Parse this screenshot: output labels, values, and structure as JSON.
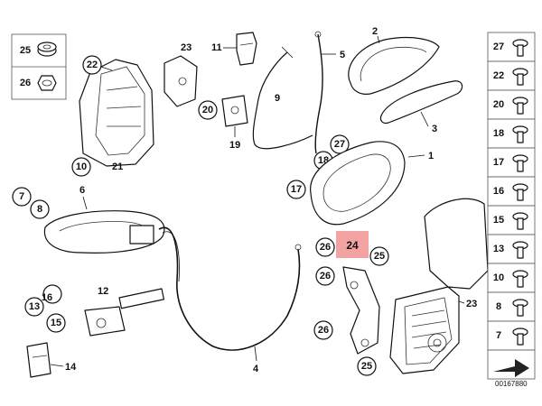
{
  "diagram": {
    "document_number": "00167880",
    "highlighted_callout": "24",
    "callouts": {
      "c25_top": "25",
      "c26_top": "26",
      "c22": "22",
      "c23": "23",
      "c11": "11",
      "c9": "9",
      "c20": "20",
      "c19": "19",
      "c10": "10",
      "c21": "21",
      "c2": "2",
      "c5": "5",
      "c27_mid": "27",
      "c3": "3",
      "c1": "1",
      "c17_mid": "17",
      "c18_mid": "18",
      "c7": "7",
      "c8": "8",
      "c6": "6",
      "c24": "24",
      "c26_a": "26",
      "c25_a": "25",
      "c26_b": "26",
      "c23_b": "23",
      "c16_l": "16",
      "c12": "12",
      "c13": "13",
      "c15_l": "15",
      "c14": "14",
      "c4": "4",
      "c26_c": "26",
      "c25_b": "25"
    },
    "sidebar": [
      {
        "label": "27"
      },
      {
        "label": "22"
      },
      {
        "label": "20"
      },
      {
        "label": "18"
      },
      {
        "label": "17"
      },
      {
        "label": "16"
      },
      {
        "label": "15"
      },
      {
        "label": "13"
      },
      {
        "label": "10"
      },
      {
        "label": "8"
      },
      {
        "label": "7"
      },
      {
        "label": ""
      }
    ]
  }
}
